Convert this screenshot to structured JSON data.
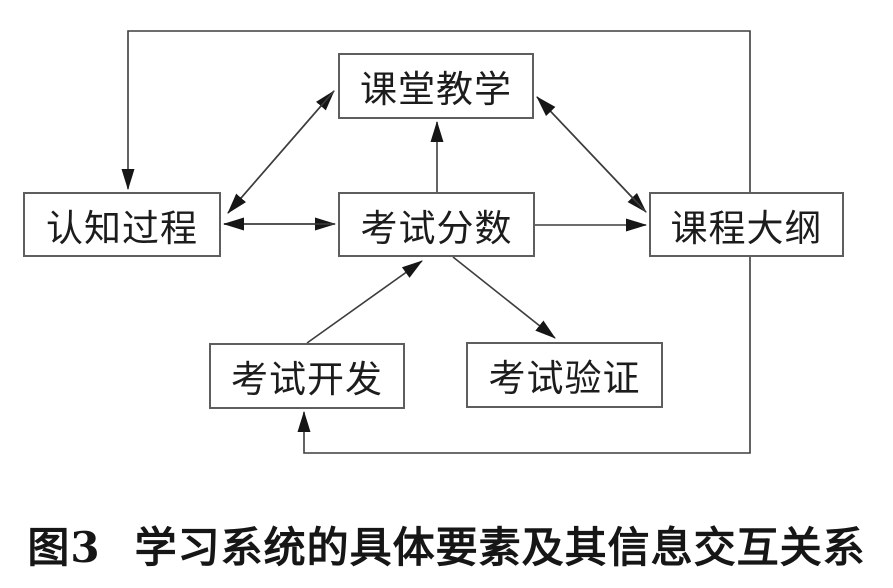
{
  "figure": {
    "caption": {
      "prefix": "图3",
      "text": "学习系统的具体要素及其信息交互关系"
    },
    "nodes": [
      {
        "id": "classroom-teaching",
        "label": "课堂教学"
      },
      {
        "id": "cognitive-process",
        "label": "认知过程"
      },
      {
        "id": "exam-scores",
        "label": "考试分数"
      },
      {
        "id": "course-outline",
        "label": "课程大纲"
      },
      {
        "id": "exam-development",
        "label": "考试开发"
      },
      {
        "id": "exam-validation",
        "label": "考试验证"
      }
    ],
    "edges": [
      {
        "from": "认知过程",
        "to": "课堂教学",
        "direction": "both"
      },
      {
        "from": "认知过程",
        "to": "考试分数",
        "direction": "both"
      },
      {
        "from": "考试分数",
        "to": "课堂教学",
        "direction": "one-way"
      },
      {
        "from": "课堂教学",
        "to": "课程大纲",
        "direction": "both"
      },
      {
        "from": "考试分数",
        "to": "课程大纲",
        "direction": "one-way"
      },
      {
        "from": "考试开发",
        "to": "考试分数",
        "direction": "one-way"
      },
      {
        "from": "考试分数",
        "to": "考试验证",
        "direction": "one-way"
      },
      {
        "from": "课程大纲",
        "to": "认知过程",
        "direction": "one-way",
        "route": "top feedback line"
      },
      {
        "from": "课程大纲",
        "to": "考试开发",
        "direction": "one-way",
        "route": "bottom feedback line"
      }
    ],
    "colors": {
      "line": "#3d3d3d",
      "arrowhead": "#161616",
      "box_border": "#5e5e5e",
      "text": "#1c1c1c",
      "background": "#ffffff"
    }
  }
}
